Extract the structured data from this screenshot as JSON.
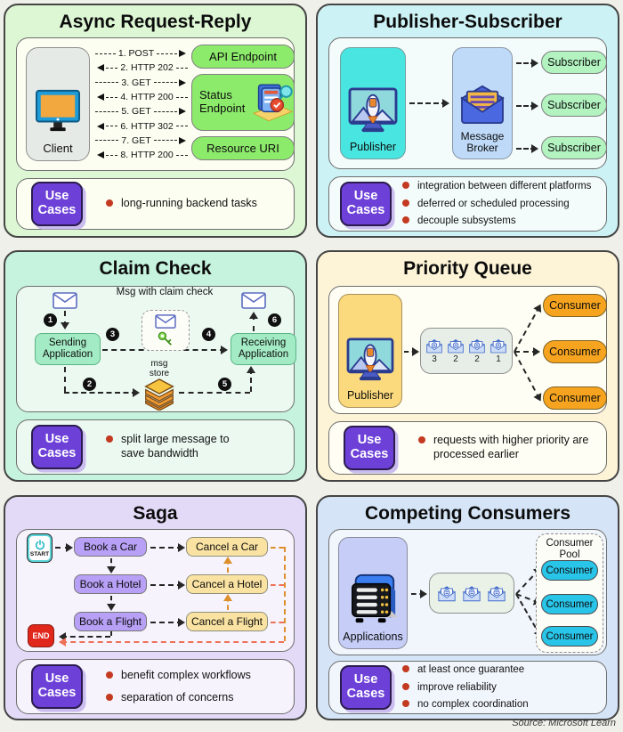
{
  "source_note": "Source: Microsoft Learn",
  "badge": {
    "use_cases": "Use Cases"
  },
  "colors": {
    "accent_purple": "#6d41d8",
    "bullet_red": "#c33a20",
    "panel_async_bg": "#ddf7d4",
    "panel_pubsub_bg": "#cdf2f5",
    "panel_claim_bg": "#c6f3dd",
    "panel_priority_bg": "#fdf4d8",
    "panel_saga_bg": "#e3daf8",
    "panel_competing_bg": "#d5e5f7",
    "endpoint_green": "#8deb6c",
    "subscriber_green": "#b2f3c0",
    "consumer_orange": "#f6a41f",
    "consumer_cyan": "#29c5e9",
    "publisher_turquoise": "#49e5e0",
    "publisher_yellow": "#fbd97d"
  },
  "panels": {
    "async_request_reply": {
      "title": "Async Request-Reply",
      "client": "Client",
      "messages": [
        {
          "label": "1. POST",
          "dir": "right"
        },
        {
          "label": "2. HTTP 202",
          "dir": "left"
        },
        {
          "label": "3. GET",
          "dir": "right"
        },
        {
          "label": "4. HTTP 200",
          "dir": "left"
        },
        {
          "label": "5. GET",
          "dir": "right"
        },
        {
          "label": "6. HTTP 302",
          "dir": "left"
        },
        {
          "label": "7. GET",
          "dir": "right"
        },
        {
          "label": "8. HTTP 200",
          "dir": "left"
        }
      ],
      "endpoints": {
        "api": "API Endpoint",
        "status": "Status Endpoint",
        "resource": "Resource URI"
      },
      "use_cases": [
        "long-running backend tasks"
      ]
    },
    "publisher_subscriber": {
      "title": "Publisher-Subscriber",
      "publisher": "Publisher",
      "broker": "Message Broker",
      "subscribers": [
        "Subscriber",
        "Subscriber",
        "Subscriber"
      ],
      "use_cases": [
        "integration between different platforms",
        "deferred or scheduled processing",
        "decouple subsystems"
      ]
    },
    "claim_check": {
      "title": "Claim Check",
      "msg_with_claim_check": "Msg with claim check",
      "sending": "Sending Application",
      "receiving": "Receiving Application",
      "msg_store": "msg store",
      "steps": [
        "1",
        "2",
        "3",
        "4",
        "5",
        "6"
      ],
      "use_cases": [
        "split large message to save bandwidth"
      ]
    },
    "priority_queue": {
      "title": "Priority Queue",
      "publisher": "Publisher",
      "queue_numbers": [
        "3",
        "2",
        "2",
        "1"
      ],
      "consumers": [
        "Consumer",
        "Consumer",
        "Consumer"
      ],
      "use_cases": [
        "requests with higher priority are processed earlier"
      ]
    },
    "saga": {
      "title": "Saga",
      "start": "START",
      "end": "END",
      "book": [
        "Book a Car",
        "Book a Hotel",
        "Book a Flight"
      ],
      "cancel": [
        "Cancel a Car",
        "Cancel a Hotel",
        "Cancel a Flight"
      ],
      "use_cases": [
        "benefit complex workflows",
        "separation of concerns"
      ]
    },
    "competing_consumers": {
      "title": "Competing Consumers",
      "applications": "Applications",
      "consumer_pool": "Consumer Pool",
      "consumers": [
        "Consumer",
        "Consumer",
        "Consumer"
      ],
      "use_cases": [
        "at least once guarantee",
        "improve reliability",
        "no complex coordination"
      ]
    }
  }
}
